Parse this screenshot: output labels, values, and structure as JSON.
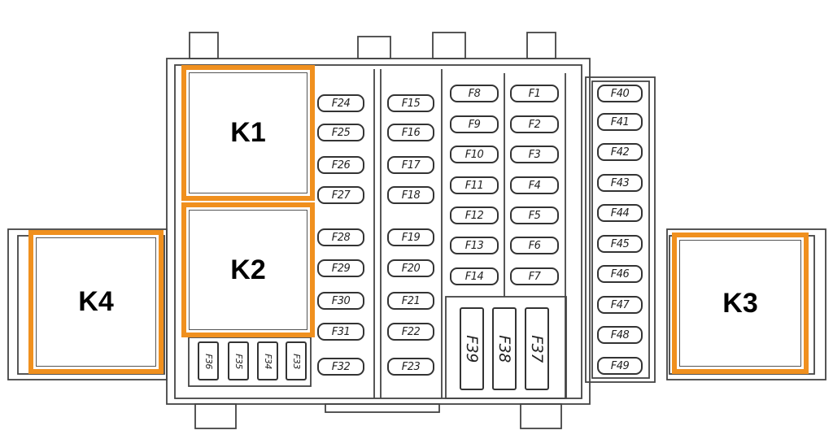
{
  "relays": [
    {
      "id": "k1",
      "label": "K1"
    },
    {
      "id": "k2",
      "label": "K2"
    },
    {
      "id": "k3",
      "label": "K3"
    },
    {
      "id": "k4",
      "label": "K4"
    }
  ],
  "fuse_columns": {
    "col_a": [
      "F24",
      "F25",
      "F26",
      "F27",
      "F28",
      "F29",
      "F30",
      "F31",
      "F32"
    ],
    "col_b": [
      "F15",
      "F16",
      "F17",
      "F18",
      "F19",
      "F20",
      "F21",
      "F22",
      "F23"
    ],
    "col_c": [
      "F8",
      "F9",
      "F10",
      "F11",
      "F12",
      "F13",
      "F14"
    ],
    "col_d": [
      "F1",
      "F2",
      "F3",
      "F4",
      "F5",
      "F6",
      "F7"
    ],
    "col_e": [
      "F40",
      "F41",
      "F42",
      "F43",
      "F44",
      "F45",
      "F46",
      "F47",
      "F48",
      "F49"
    ],
    "large_vertical": [
      "F39",
      "F38",
      "F37"
    ],
    "small_vertical": [
      "F36",
      "F35",
      "F34",
      "F33"
    ]
  },
  "colors": {
    "highlight": "#f0901e",
    "line": "#333333"
  }
}
